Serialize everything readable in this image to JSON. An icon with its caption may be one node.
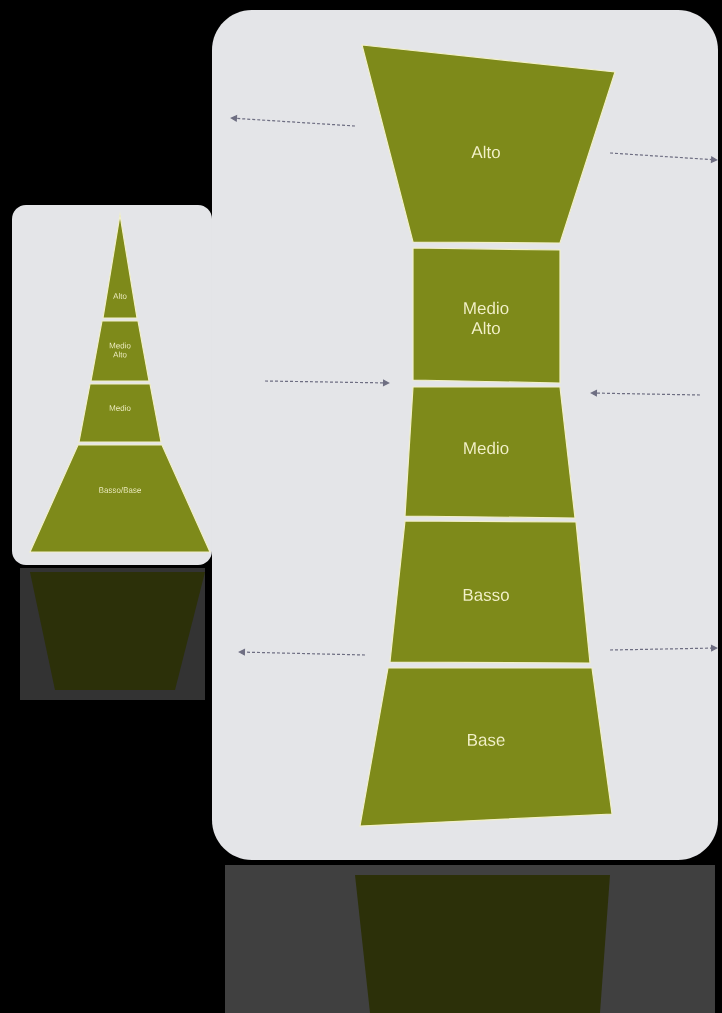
{
  "diagram": {
    "nodes": [
      {
        "text": [
          "Alto"
        ]
      },
      {
        "text": [
          "Medio Alto"
        ]
      },
      {
        "text": [
          "Medio"
        ]
      },
      {
        "text": [
          "Basso/Base"
        ]
      },
      {
        "text": [
          "Alto"
        ]
      },
      {
        "text": [
          "Medio Alto"
        ]
      },
      {
        "text": [
          "Medio"
        ]
      },
      {
        "text": [
          "Basso"
        ]
      },
      {
        "text": [
          "Base"
        ]
      }
    ]
  }
}
